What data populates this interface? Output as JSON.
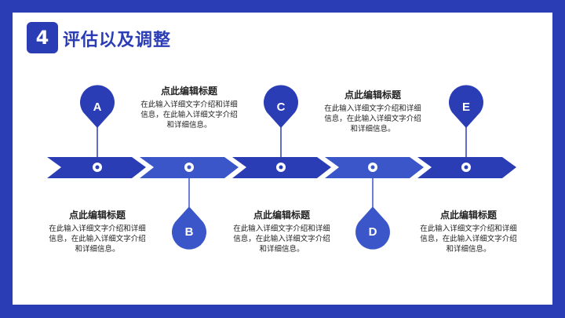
{
  "header": {
    "number": "4",
    "title": "评估以及调整"
  },
  "steps": [
    {
      "letter": "A",
      "heading": "点此编辑标题",
      "body": "在此输入详细文字介绍和详细信息，在此输入详细文字介绍和详细信息。",
      "color": "#2b3db5"
    },
    {
      "letter": "B",
      "heading": "点此编辑标题",
      "body": "在此输入详细文字介绍和详细信息，在此输入详细文字介绍和详细信息。",
      "color": "#3a56c8"
    },
    {
      "letter": "C",
      "heading": "点此编辑标题",
      "body": "在此输入详细文字介绍和详细信息，在此输入详细文字介绍和详细信息。",
      "color": "#2b3db5"
    },
    {
      "letter": "D",
      "heading": "点此编辑标题",
      "body": "在此输入详细文字介绍和详细信息，在此输入详细文字介绍和详细信息。",
      "color": "#3a56c8"
    },
    {
      "letter": "E",
      "heading": "点此编辑标题",
      "body": "在此输入详细文字介绍和详细信息，在此输入详细文字介绍和详细信息。",
      "color": "#2b3db5"
    }
  ],
  "colors": {
    "primary": "#2b3db5",
    "secondary": "#3a56c8",
    "background": "#ffffff"
  }
}
